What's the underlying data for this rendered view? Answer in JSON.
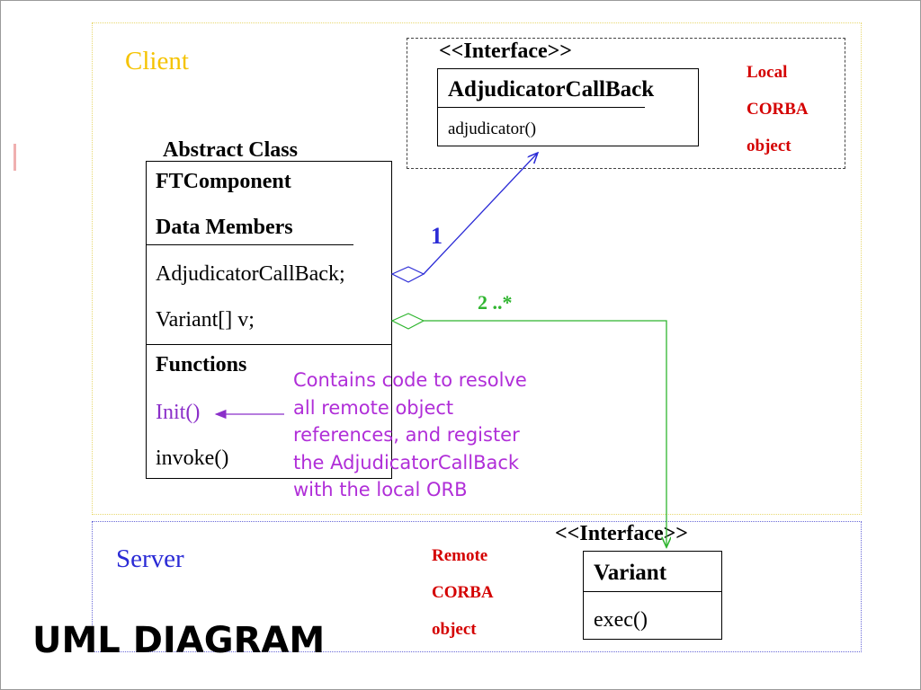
{
  "slide": {
    "client_label": "Client",
    "server_label": "Server",
    "title": "UML DIAGRAM",
    "local_label": [
      "Local",
      "CORBA",
      "object"
    ],
    "remote_label": [
      "Remote",
      "CORBA",
      "object"
    ]
  },
  "adjudicator_interface": {
    "stereotype": "<<Interface>>",
    "name": "AdjudicatorCallBack",
    "method": "adjudicator()"
  },
  "ftcomponent": {
    "stereotype": "Abstract Class",
    "name": "FTComponent",
    "members_heading": "Data Members",
    "members": [
      "AdjudicatorCallBack;",
      "Variant[] v;"
    ],
    "functions_heading": "Functions",
    "functions": [
      "Init()",
      "invoke()"
    ]
  },
  "variant_interface": {
    "stereotype": "<<Interface>>",
    "name": "Variant",
    "method": "exec()"
  },
  "associations": {
    "adjudicator_multiplicity": "1",
    "variant_multiplicity": "2 ..*"
  },
  "note": "Contains code to resolve all remote object references, and register the AdjudicatorCallBack with the local ORB",
  "colors": {
    "client": "#f5c300",
    "server": "#2b2bd6",
    "red_label": "#d40000",
    "note": "#b02ed8",
    "assoc_blue": "#2b2bd6",
    "assoc_green": "#2fb52f"
  }
}
